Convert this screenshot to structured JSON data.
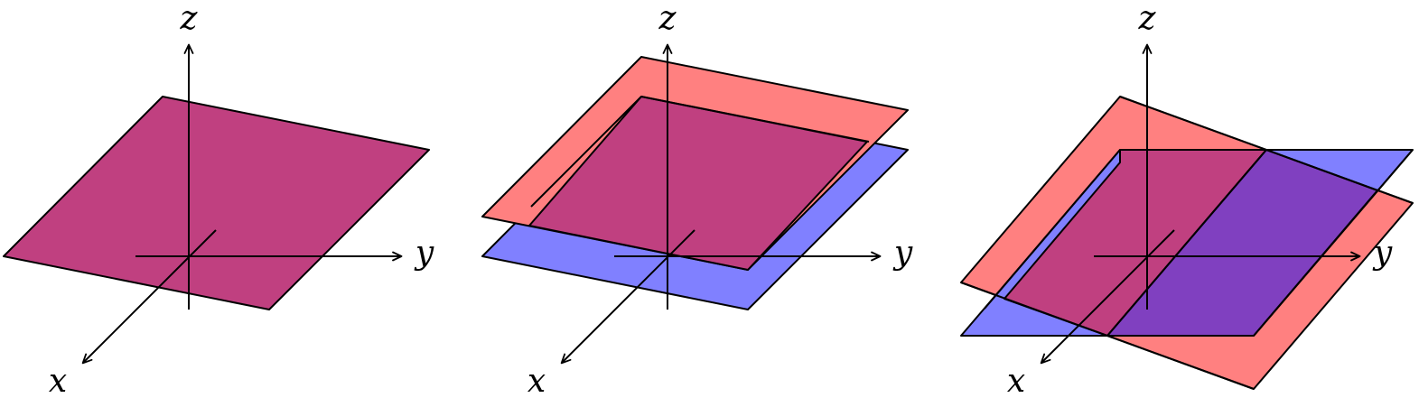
{
  "colors": {
    "plane_a": "#ff8080",
    "plane_b": "#8080ff",
    "overlap": "#c04080",
    "overlap_blue_dominant": "#8040c0",
    "axis": "#000000"
  },
  "axis_labels": {
    "x": "x",
    "y": "y",
    "z": "z"
  },
  "panels": [
    {
      "id": "coincident",
      "relation": "coincident planes"
    },
    {
      "id": "parallel",
      "relation": "parallel planes"
    },
    {
      "id": "intersecting",
      "relation": "intersecting planes"
    }
  ]
}
